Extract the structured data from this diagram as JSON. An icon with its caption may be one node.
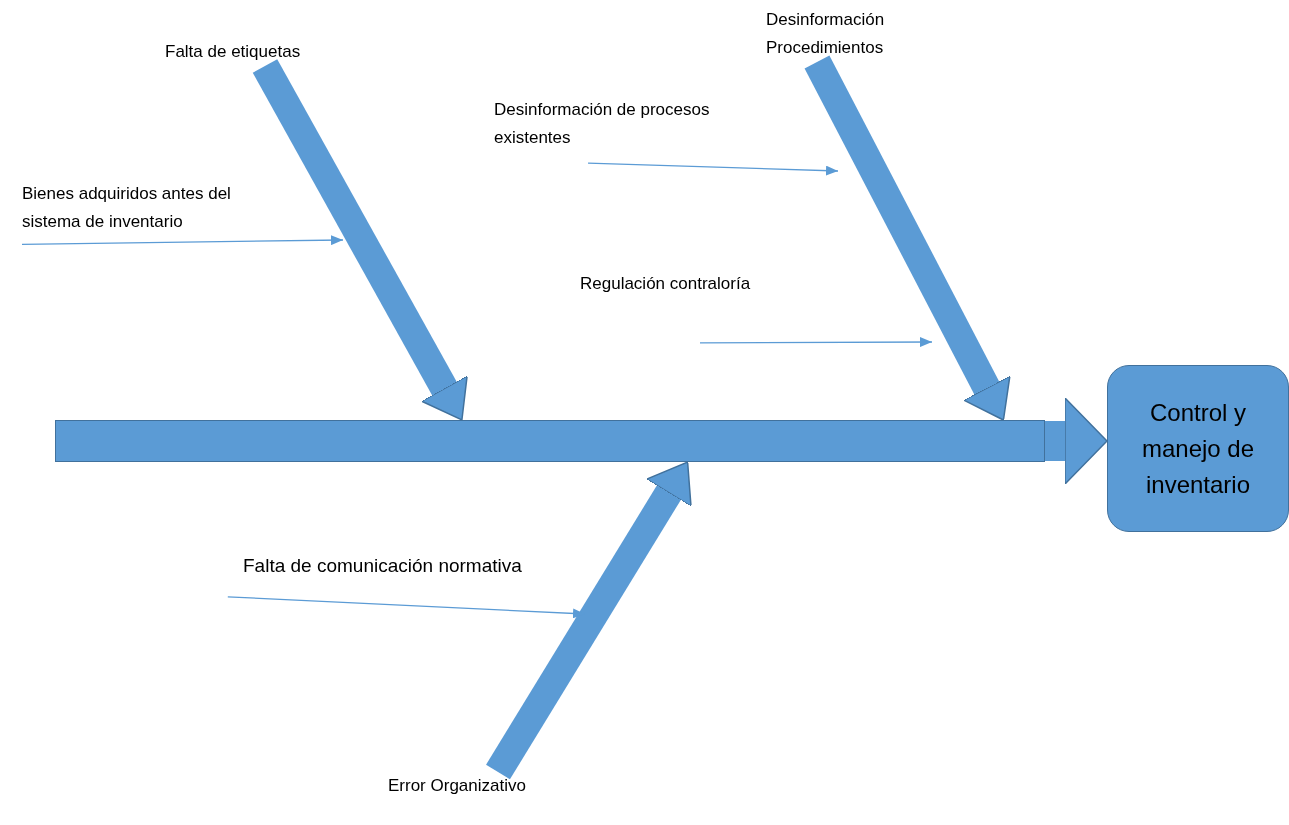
{
  "diagram": {
    "nodes": [
      {
        "text": [
          "Falta de etiquetas"
        ]
      },
      {
        "text": [
          "Bienes adquiridos antes del sistema de inventario"
        ]
      },
      {
        "text": [
          "Desinformación Procedimientos"
        ]
      },
      {
        "text": [
          "Desinformación de procesos existentes"
        ]
      },
      {
        "text": [
          "Regulación contraloría"
        ]
      },
      {
        "text": [
          "Falta de comunicación normativa"
        ]
      },
      {
        "text": [
          "Error Organizativo"
        ]
      },
      {
        "text": [],
        "shape": "bar"
      },
      {
        "text": [
          "Control y manejo de inventario"
        ]
      }
    ],
    "edges": [
      {
        "from": 0,
        "to": 7,
        "arrow": "to",
        "style": "thick"
      },
      {
        "from": 2,
        "to": 7,
        "arrow": "to",
        "style": "thick"
      },
      {
        "from": 6,
        "to": 7,
        "arrow": "to",
        "style": "thick"
      },
      {
        "from": 7,
        "to": 8,
        "arrow": "to",
        "style": "thick"
      },
      {
        "from": 1,
        "to": null,
        "arrow": "to"
      },
      {
        "from": 3,
        "to": null,
        "arrow": "to"
      },
      {
        "from": 4,
        "to": null,
        "arrow": "to"
      },
      {
        "from": 5,
        "to": null,
        "arrow": "to"
      }
    ]
  }
}
